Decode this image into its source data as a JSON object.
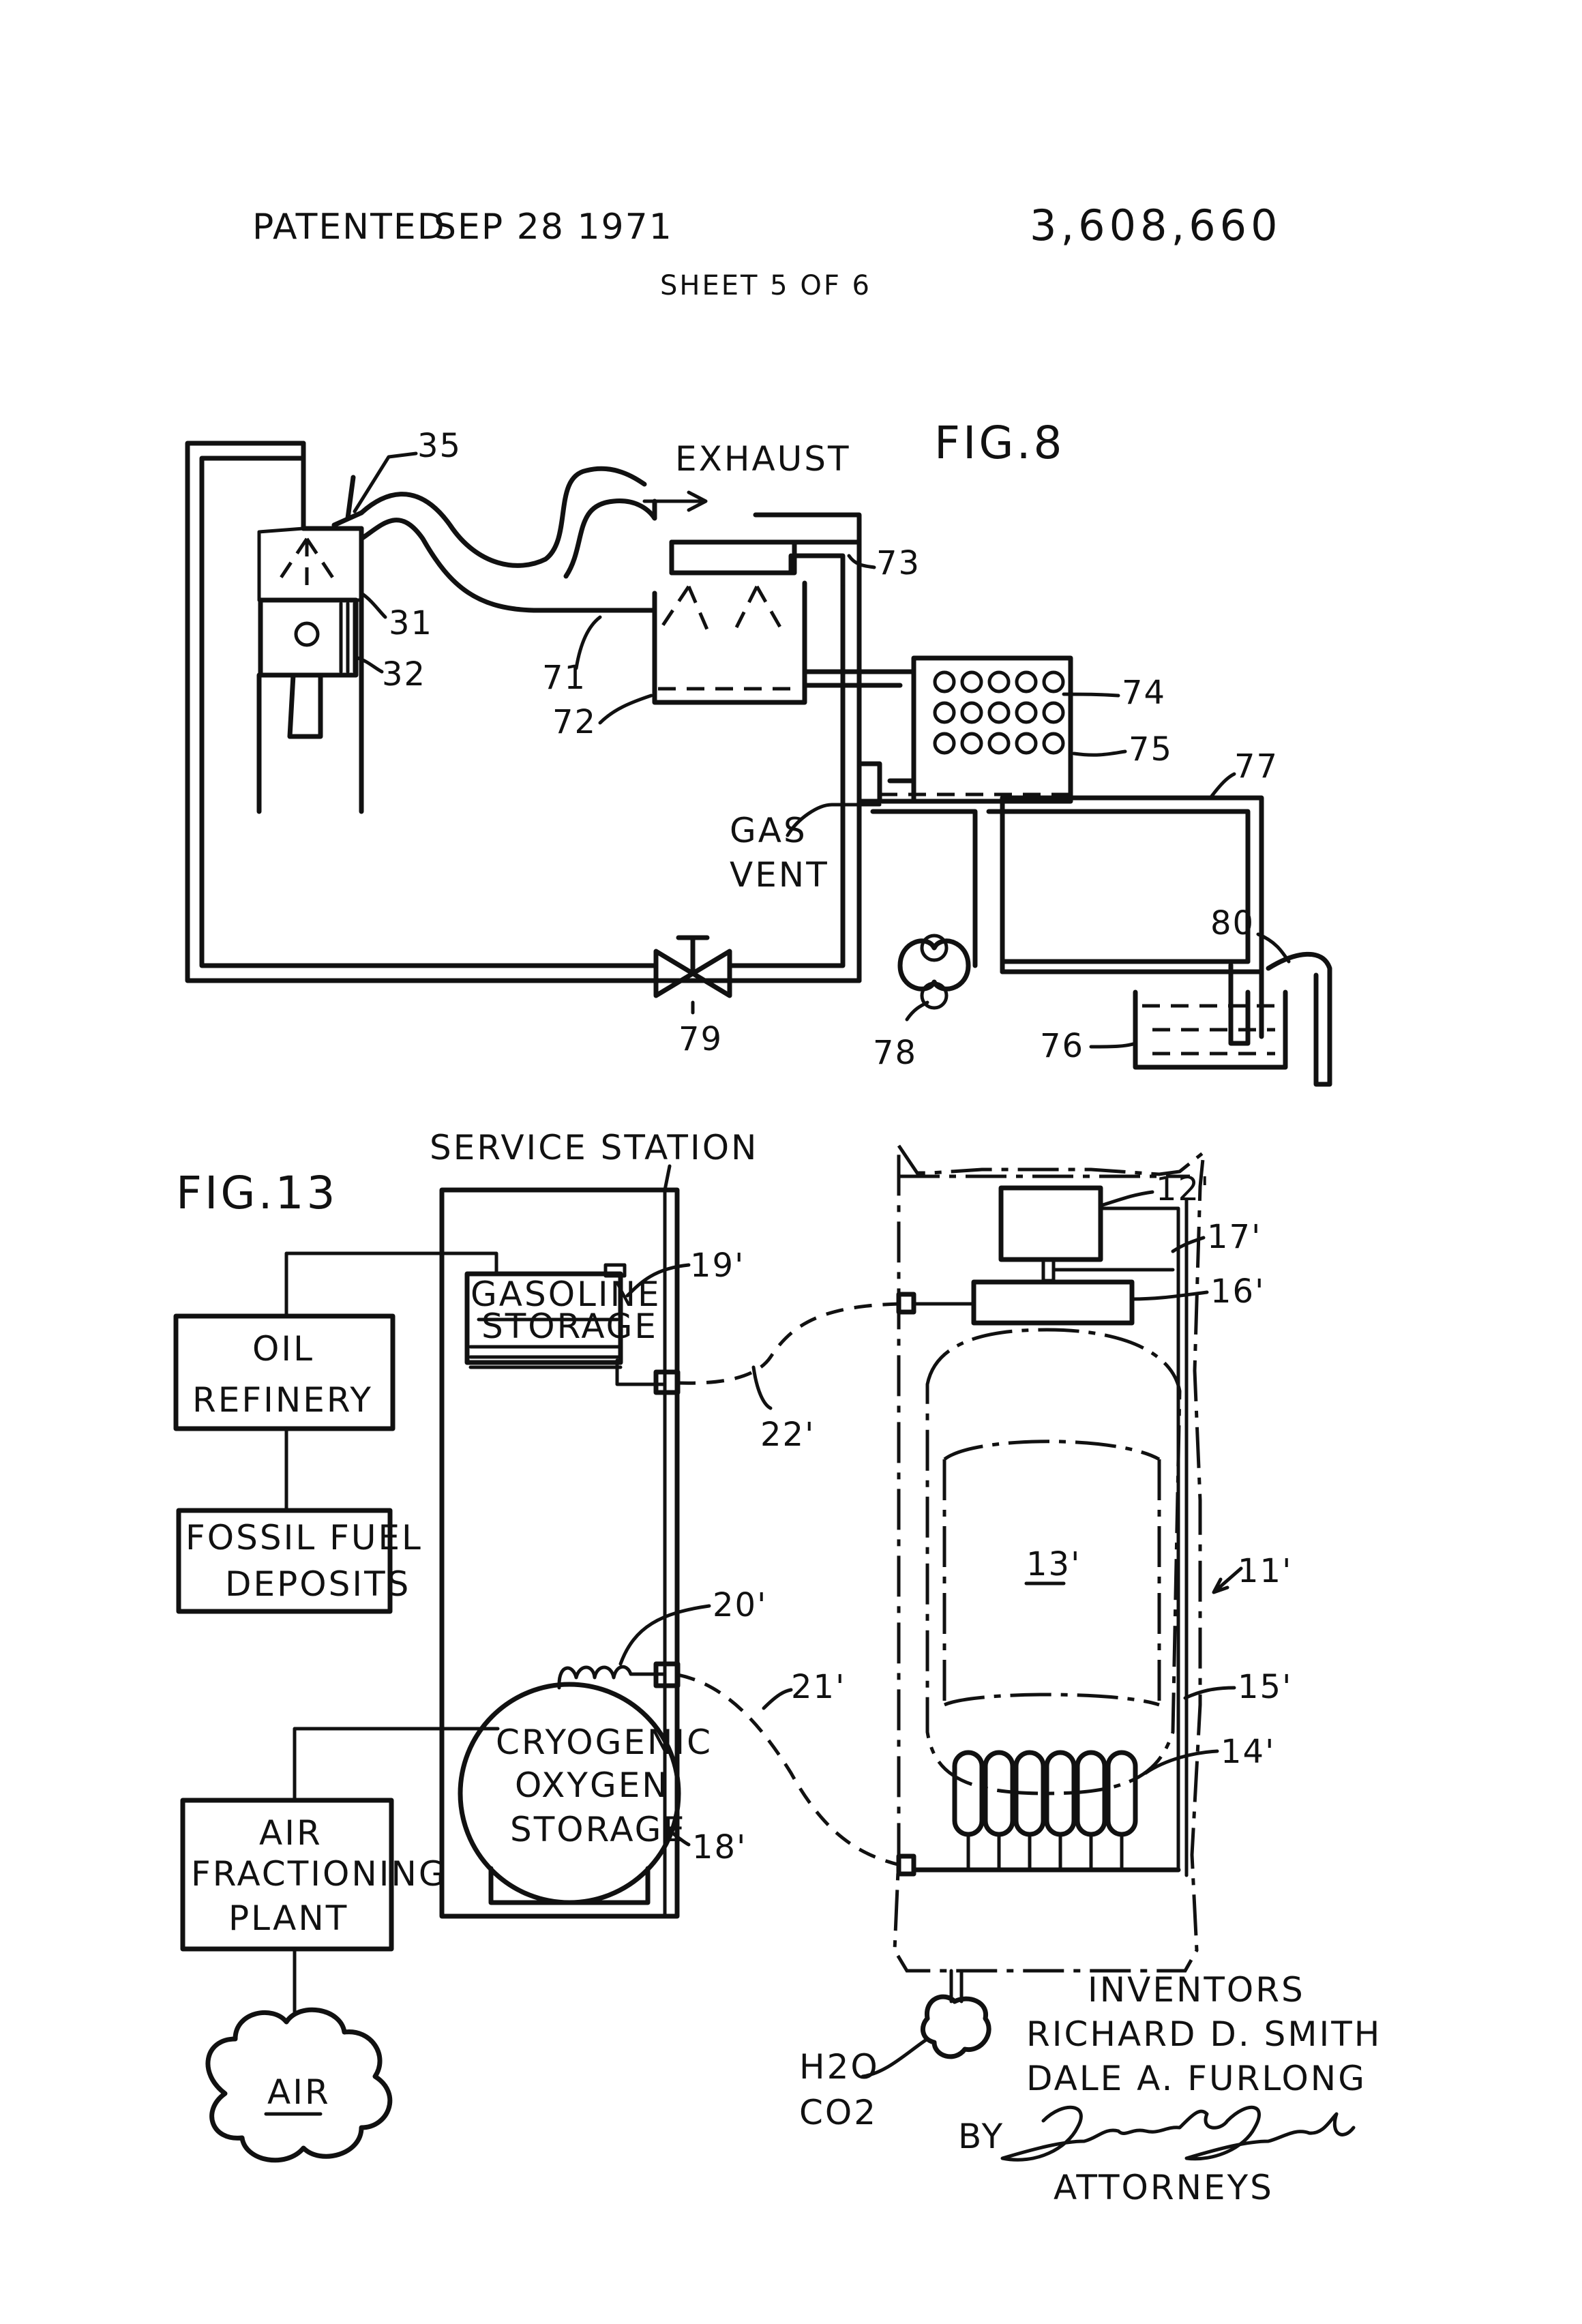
{
  "header": {
    "patented_label": "PATENTED",
    "patent_date": "SEP 28 1971",
    "patent_number": "3,608,660",
    "sheet": "SHEET 5 OF 6"
  },
  "fig8": {
    "title": "FIG.8",
    "exhaust": "EXHAUST",
    "gas_vent_1": "GAS",
    "gas_vent_2": "VENT",
    "refs": {
      "r35": "35",
      "r31": "31",
      "r32": "32",
      "r71": "71",
      "r72": "72",
      "r73": "73",
      "r74": "74",
      "r75": "75",
      "r77": "77",
      "r80": "80",
      "r76": "76",
      "r78": "78",
      "r79": "79"
    }
  },
  "fig13": {
    "title": "FIG.13",
    "service_station": "SERVICE STATION",
    "oil_refinery_1": "OIL",
    "oil_refinery_2": "REFINERY",
    "fossil_1": "FOSSIL FUEL",
    "fossil_2": "DEPOSITS",
    "air_plant_1": "AIR",
    "air_plant_2": "FRACTIONING",
    "air_plant_3": "PLANT",
    "air": "AIR",
    "gasoline_1": "GASOLINE",
    "gasoline_2": "STORAGE",
    "cryo_1": "CRYOGENIC",
    "cryo_2": "OXYGEN",
    "cryo_3": "STORAGE",
    "h2o": "H2O",
    "co2": "CO2",
    "refs": {
      "r12": "12'",
      "r17": "17'",
      "r16": "16'",
      "r19": "19'",
      "r22": "22'",
      "r13": "13'",
      "r11": "11'",
      "r20": "20'",
      "r21": "21'",
      "r15": "15'",
      "r14": "14'",
      "r18": "18'"
    }
  },
  "inventors": {
    "heading": "INVENTORS",
    "name_1": "RICHARD D. SMITH",
    "name_2": "DALE A. FURLONG",
    "by": "BY",
    "signature": "Limbach and Limbach",
    "attorneys": "ATTORNEYS"
  }
}
